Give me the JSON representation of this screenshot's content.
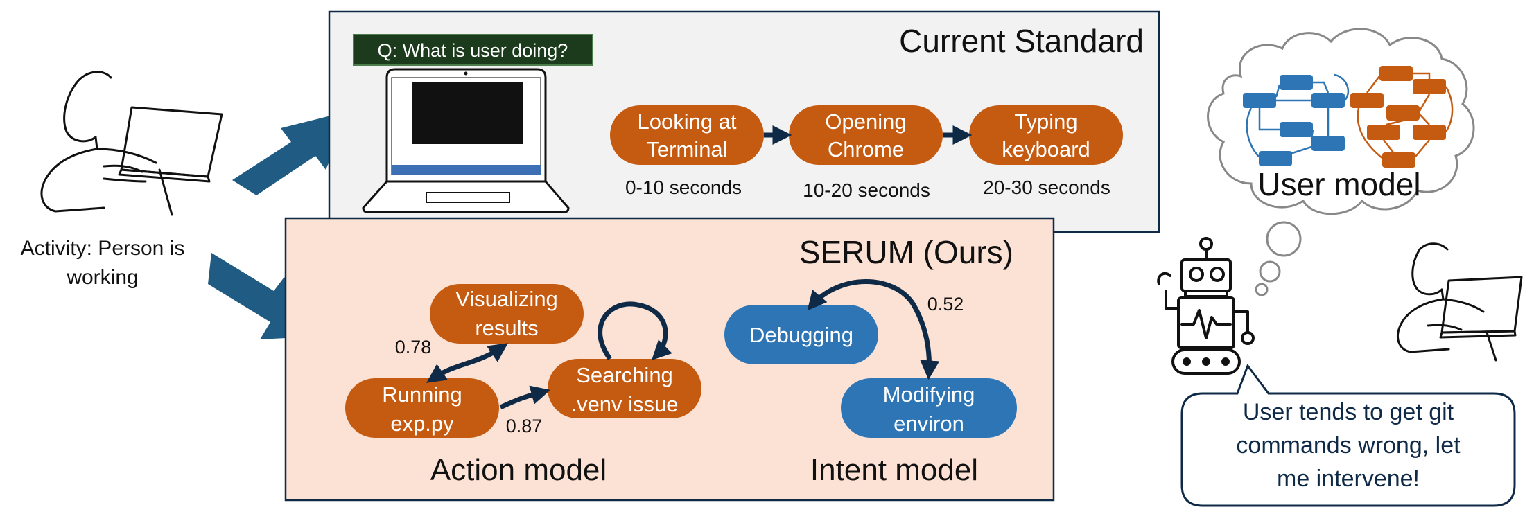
{
  "left": {
    "activity_line1": "Activity: Person is",
    "activity_line2": "working"
  },
  "current_standard": {
    "title": "Current Standard",
    "question": "Q: What is user doing?",
    "steps": [
      {
        "line1": "Looking at",
        "line2": "Terminal",
        "time": "0-10 seconds"
      },
      {
        "line1": "Opening",
        "line2": "Chrome",
        "time": "10-20 seconds"
      },
      {
        "line1": "Typing",
        "line2": "keyboard",
        "time": "20-30 seconds"
      }
    ]
  },
  "serum": {
    "title": "SERUM (Ours)",
    "action_model": {
      "label": "Action model",
      "nodes": [
        {
          "line1": "Visualizing",
          "line2": "results"
        },
        {
          "line1": "Running",
          "line2": "exp.py"
        },
        {
          "line1": "Searching",
          "line2": ".venv issue"
        }
      ],
      "edge_labels": [
        "0.78",
        "0.87"
      ]
    },
    "intent_model": {
      "label": "Intent model",
      "nodes": [
        {
          "line1": "Debugging"
        },
        {
          "line1": "Modifying",
          "line2": "environ"
        }
      ],
      "edge_labels": [
        "0.52"
      ]
    }
  },
  "right": {
    "user_model_label": "User model",
    "speech": [
      "User tends to get git",
      "commands wrong, let",
      "me intervene!"
    ]
  },
  "colors": {
    "orange": "#c55a11",
    "blue": "#2e75b6",
    "navy": "#0f2a47",
    "arrow": "#1f5b82",
    "serum_bg": "#fbe2d5",
    "standard_bg": "#f2f2f2"
  }
}
